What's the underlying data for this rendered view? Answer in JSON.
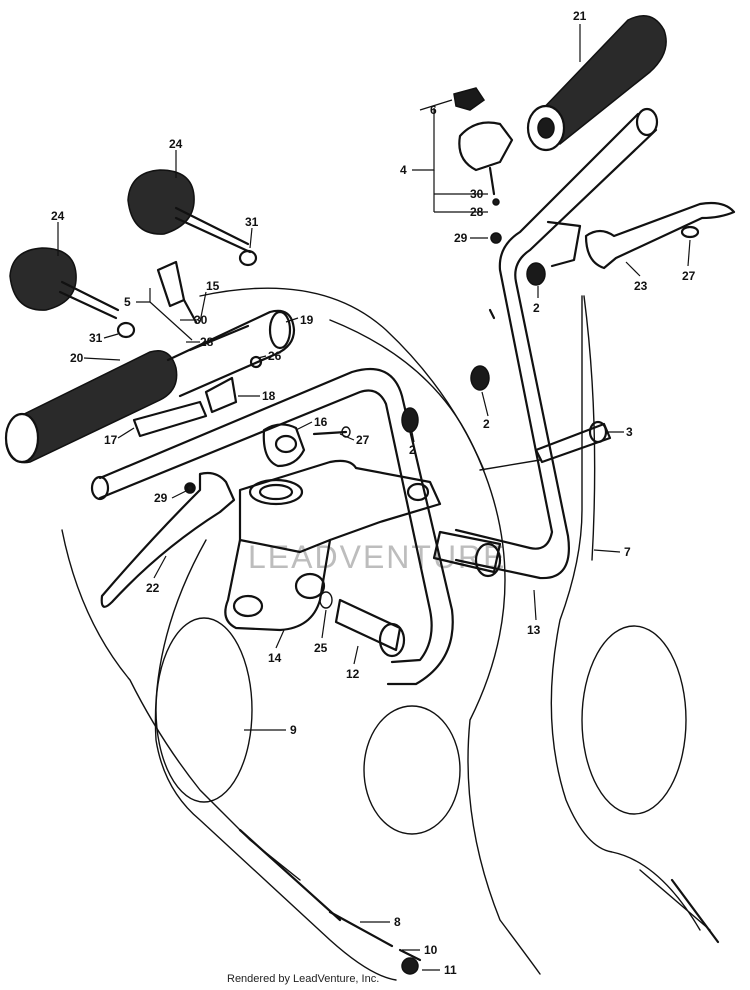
{
  "watermark": "LEADVENTURE",
  "footer": "Rendered by LeadVenture, Inc.",
  "callouts": {
    "c21": "21",
    "c6": "6",
    "c4": "4",
    "c30a": "30",
    "c28a": "28",
    "c24a": "24",
    "c24b": "24",
    "c31a": "31",
    "c31b": "31",
    "c29a": "29",
    "c2a": "2",
    "c23": "23",
    "c27a": "27",
    "c5": "5",
    "c15": "15",
    "c30b": "30",
    "c28b": "28",
    "c19": "19",
    "c20": "20",
    "c26": "26",
    "c18": "18",
    "c2b": "2",
    "c3": "3",
    "c17": "17",
    "c16": "16",
    "c27b": "27",
    "c2c": "2",
    "c29b": "29",
    "c7": "7",
    "c22": "22",
    "c13": "13",
    "c14": "14",
    "c25": "25",
    "c12": "12",
    "c9": "9",
    "c8": "8",
    "c10": "10",
    "c11": "11"
  }
}
